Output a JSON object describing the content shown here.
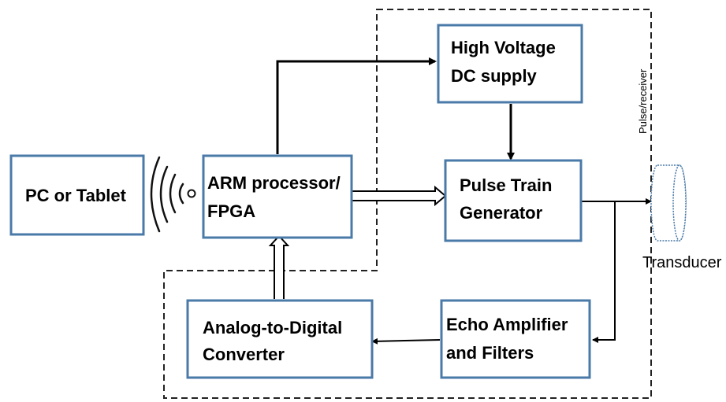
{
  "blocks": {
    "pc": {
      "line1": "PC or Tablet"
    },
    "arm": {
      "line1": "ARM processor/",
      "line2": "FPGA"
    },
    "hv": {
      "line1": "High Voltage",
      "line2": "DC supply"
    },
    "ptg": {
      "line1": "Pulse Train",
      "line2": "Generator"
    },
    "adc": {
      "line1": "Analog-to-Digital",
      "line2": "Converter"
    },
    "echo": {
      "line1": "Echo Amplifier",
      "line2": "and Filters"
    }
  },
  "labels": {
    "pulse_receiver": "Pulse/receiver",
    "transducer": "Transducer"
  },
  "icons": {
    "wireless": "wireless-signal-icon",
    "transducer": "transducer-cylinder-icon"
  },
  "colors": {
    "box_border": "#4a7aa8",
    "lines": "#000000",
    "dashed_border": "#222222",
    "transducer_stroke": "#4a7aa8"
  }
}
